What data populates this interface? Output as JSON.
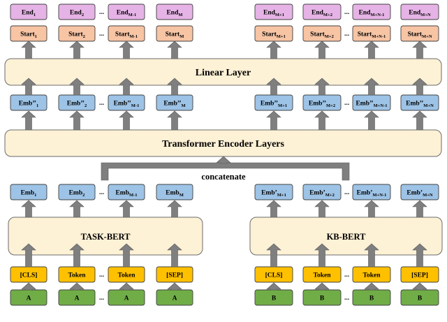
{
  "colors": {
    "end_fill": "#e6b3e6",
    "start_fill": "#f7c4a4",
    "emb_fill": "#9dc3e6",
    "token_fill": "#ffc000",
    "input_fill": "#70ad47",
    "layer_fill": "#fdf1d6",
    "arrow_fill": "#7f7f7f",
    "stroke": "#404040"
  },
  "ellipsis": "...",
  "linear_layer": "Linear Layer",
  "transformer_layers": "Transformer Encoder Layers",
  "concatenate": "concatenate",
  "left": {
    "encoder": "TASK-BERT",
    "end": [
      {
        "base": "End",
        "sub": "1"
      },
      {
        "base": "End",
        "sub": "2"
      },
      {
        "base": "End",
        "sub": "M-1"
      },
      {
        "base": "End",
        "sub": "M"
      }
    ],
    "start": [
      {
        "base": "Start",
        "sub": "1"
      },
      {
        "base": "Start",
        "sub": "2"
      },
      {
        "base": "Start",
        "sub": "M-1"
      },
      {
        "base": "Start",
        "sub": "M"
      }
    ],
    "emb2": [
      {
        "base": "Emb’’",
        "sub": "1"
      },
      {
        "base": "Emb’’",
        "sub": "2"
      },
      {
        "base": "Emb’’",
        "sub": "M-1"
      },
      {
        "base": "Emb’’",
        "sub": "M"
      }
    ],
    "emb": [
      {
        "base": "Emb",
        "sub": "1"
      },
      {
        "base": "Emb",
        "sub": "2"
      },
      {
        "base": "Emb",
        "sub": "M-1"
      },
      {
        "base": "Emb",
        "sub": "M"
      }
    ],
    "tokens": [
      {
        "base": "[CLS]",
        "sub": ""
      },
      {
        "base": "Token",
        "sub": ""
      },
      {
        "base": "Token",
        "sub": ""
      },
      {
        "base": "[SEP]",
        "sub": ""
      }
    ],
    "inputs": [
      {
        "base": "A",
        "sub": ""
      },
      {
        "base": "A",
        "sub": ""
      },
      {
        "base": "A",
        "sub": ""
      },
      {
        "base": "A",
        "sub": ""
      }
    ]
  },
  "right": {
    "encoder": "KB-BERT",
    "end": [
      {
        "base": "End",
        "sub": "M+1"
      },
      {
        "base": "End",
        "sub": "M+2"
      },
      {
        "base": "End",
        "sub": "M+N-1"
      },
      {
        "base": "End",
        "sub": "M+N"
      }
    ],
    "start": [
      {
        "base": "Start",
        "sub": "M+1"
      },
      {
        "base": "Start",
        "sub": "M+2"
      },
      {
        "base": "Start",
        "sub": "M+N-1"
      },
      {
        "base": "Start",
        "sub": "M+N"
      }
    ],
    "emb2": [
      {
        "base": "Emb’’",
        "sub": "M+1"
      },
      {
        "base": "Emb’’",
        "sub": "M+2"
      },
      {
        "base": "Emb’’",
        "sub": "M+N-1"
      },
      {
        "base": "Emb’’",
        "sub": "M+N"
      }
    ],
    "emb": [
      {
        "base": "Emb’",
        "sub": "M+1"
      },
      {
        "base": "Emb’",
        "sub": "M+2"
      },
      {
        "base": "Emb’",
        "sub": "M+N-1"
      },
      {
        "base": "Emb’",
        "sub": "M+N"
      }
    ],
    "tokens": [
      {
        "base": "[CLS]",
        "sub": ""
      },
      {
        "base": "Token",
        "sub": ""
      },
      {
        "base": "Token",
        "sub": ""
      },
      {
        "base": "[SEP]",
        "sub": ""
      }
    ],
    "inputs": [
      {
        "base": "B",
        "sub": ""
      },
      {
        "base": "B",
        "sub": ""
      },
      {
        "base": "B",
        "sub": ""
      },
      {
        "base": "B",
        "sub": ""
      }
    ]
  }
}
